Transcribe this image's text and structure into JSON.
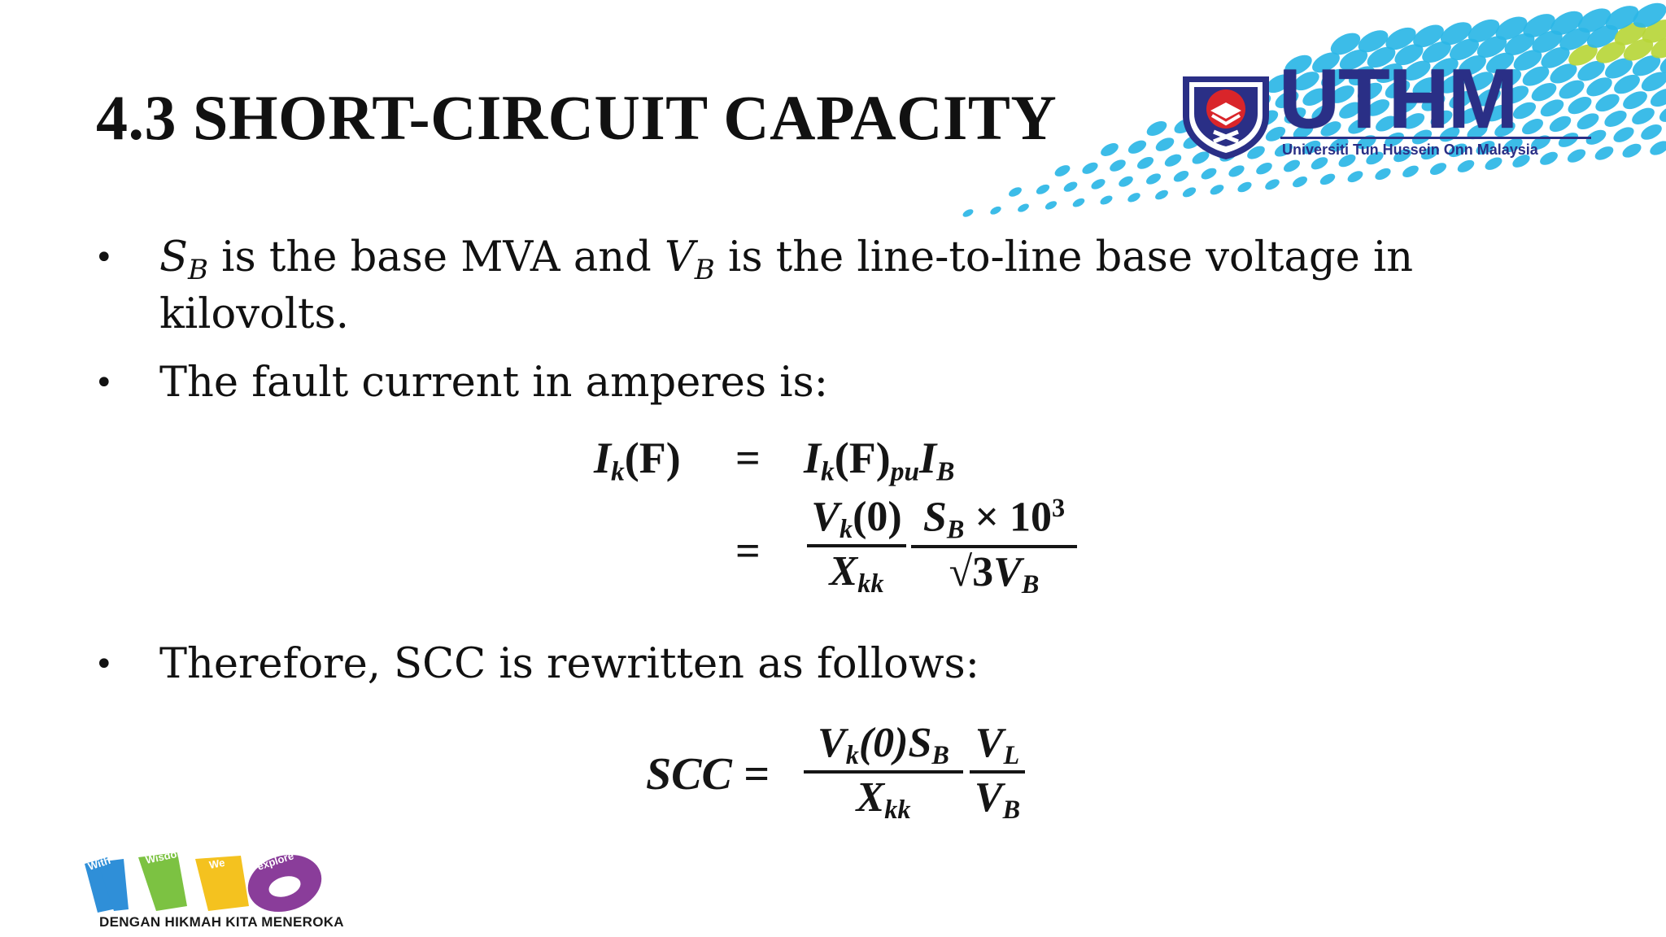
{
  "slide": {
    "title": "4.3 SHORT-CIRCUIT CAPACITY"
  },
  "logo": {
    "wordmark": "UTHM",
    "subtitle": "Universiti Tun Hussein Onn Malaysia"
  },
  "bullets": [
    {
      "sb_symbol": "S",
      "sb_sub": "B",
      "text_a": " is the base MVA and ",
      "vb_symbol": "V",
      "vb_sub": "B",
      "text_b": " is the line-to-line base voltage in",
      "line2": "kilovolts."
    },
    {
      "text": "The fault current in amperes is:"
    },
    {
      "text": "Therefore, SCC is rewritten as follows:"
    }
  ],
  "bullet_glyph": "•",
  "equation1": {
    "lhs": "I",
    "lhs_sub": "k",
    "lhs_arg": "(F)",
    "eq_sign": "=",
    "rhs1": "I",
    "rhs1_sub": "k",
    "rhs1_arg": "(F)",
    "rhs1_pu": "pu",
    "rhs1_ib": "I",
    "rhs1_ib_sub": "B",
    "eq_sign2": "=",
    "frac1_num_v": "V",
    "frac1_num_sub": "k",
    "frac1_num_arg": "(0)",
    "frac1_den_x": "X",
    "frac1_den_sub": "kk",
    "frac2_num_s": "S",
    "frac2_num_sub": "B",
    "frac2_num_times": " × 10",
    "frac2_num_exp": "3",
    "frac2_den_sqrt": "√3",
    "frac2_den_v": "V",
    "frac2_den_sub": "B"
  },
  "equation2": {
    "lhs": "SCC =",
    "frac1_num": "V",
    "frac1_num_sub": "k",
    "frac1_num_arg": "(0)S",
    "frac1_num_sub2": "B",
    "frac1_den": "X",
    "frac1_den_sub": "kk",
    "frac2_num": "V",
    "frac2_num_sub": "L",
    "frac2_den": "V",
    "frac2_den_sub": "B"
  },
  "footer_logo": {
    "word_with": "With",
    "word_wisdom": "Wisdom",
    "word_we": "We",
    "word_explore": "explore",
    "tagline": "DENGAN HIKMAH KITA MENEROKA"
  },
  "colors": {
    "uthm_navy": "#2a2f86",
    "crest_red": "#d9252a",
    "dot_cyan": "#2bb6e6",
    "dot_lime": "#b7d63a",
    "dot_yellow": "#f2d22e",
    "wwwe_blue": "#2f8fd8",
    "wwwe_green": "#7cc242",
    "wwwe_yellow": "#f4c21f",
    "wwwe_purple": "#8a3d9a"
  }
}
